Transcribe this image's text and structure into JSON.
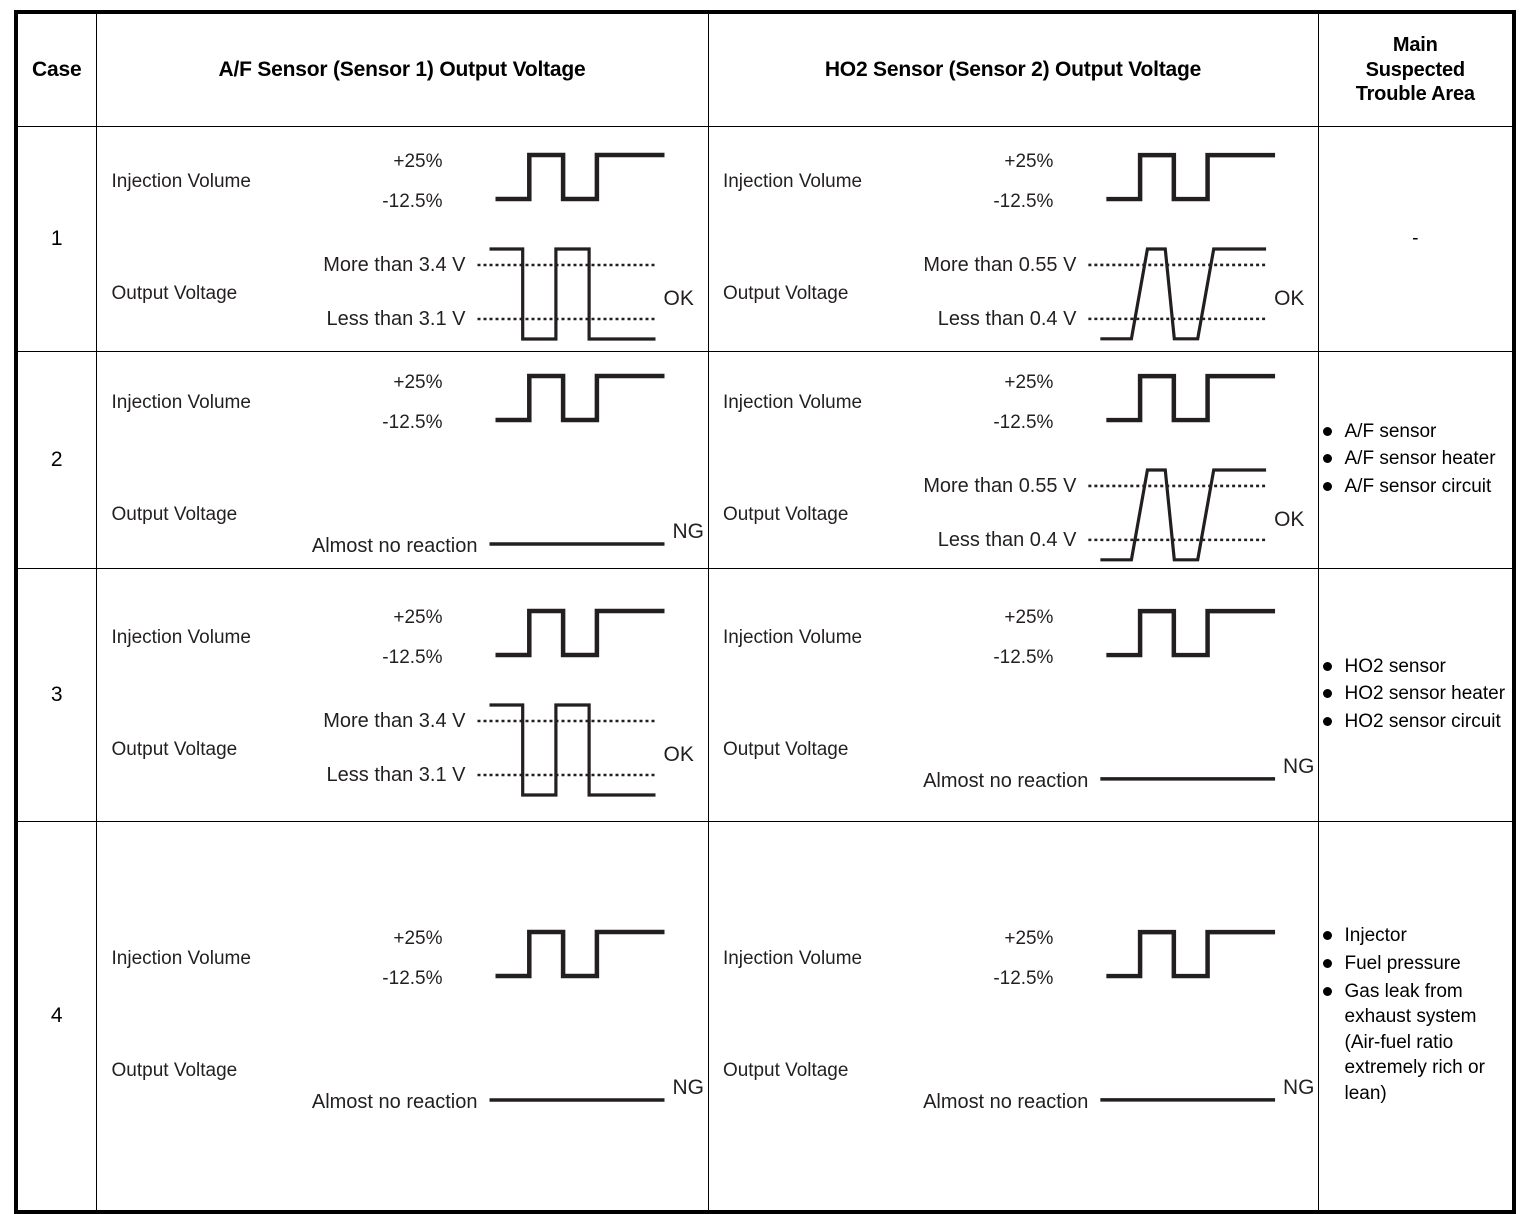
{
  "table": {
    "headers": {
      "case": "Case",
      "af_sensor": "A/F Sensor (Sensor 1) Output Voltage",
      "ho2_sensor": "HO2 Sensor (Sensor 2) Output Voltage",
      "trouble_area": "Main\nSuspected\nTrouble Area",
      "trouble_area_line1": "Main",
      "trouble_area_line2": "Suspected",
      "trouble_area_line3": "Trouble Area"
    },
    "labels": {
      "injection_volume": "Injection Volume",
      "output_voltage": "Output Voltage",
      "pct_high": "+25%",
      "pct_low": "-12.5%",
      "af_more_than": "More than 3.4 V",
      "af_less_than": "Less than 3.1 V",
      "ho2_more_than": "More than 0.55 V",
      "ho2_less_than": "Less than 0.4 V",
      "almost_no_reaction": "Almost no reaction",
      "ok": "OK",
      "ng": "NG"
    },
    "rows": [
      {
        "case": "1",
        "af": {
          "injection_label": "Injection Volume",
          "pct_high": "+25%",
          "pct_low": "-12.5%",
          "output_label": "Output Voltage",
          "threshold_high": "More than 3.4 V",
          "threshold_low": "Less than 3.1 V",
          "verdict": "OK",
          "waveform": "square-inverted",
          "no_reaction_text": ""
        },
        "ho2": {
          "injection_label": "Injection Volume",
          "pct_high": "+25%",
          "pct_low": "-12.5%",
          "output_label": "Output Voltage",
          "threshold_high": "More than 0.55 V",
          "threshold_low": "Less than 0.4 V",
          "verdict": "OK",
          "waveform": "trapezoid-inphase",
          "no_reaction_text": ""
        },
        "trouble_area": {
          "dash": "-",
          "items": []
        }
      },
      {
        "case": "2",
        "af": {
          "injection_label": "Injection Volume",
          "pct_high": "+25%",
          "pct_low": "-12.5%",
          "output_label": "Output Voltage",
          "threshold_high": "",
          "threshold_low": "",
          "verdict": "NG",
          "waveform": "flat",
          "no_reaction_text": "Almost no reaction"
        },
        "ho2": {
          "injection_label": "Injection Volume",
          "pct_high": "+25%",
          "pct_low": "-12.5%",
          "output_label": "Output Voltage",
          "threshold_high": "More than 0.55 V",
          "threshold_low": "Less than 0.4 V",
          "verdict": "OK",
          "waveform": "trapezoid-inphase",
          "no_reaction_text": ""
        },
        "trouble_area": {
          "dash": "",
          "items": [
            "A/F sensor",
            "A/F sensor heater",
            "A/F sensor circuit"
          ]
        }
      },
      {
        "case": "3",
        "af": {
          "injection_label": "Injection Volume",
          "pct_high": "+25%",
          "pct_low": "-12.5%",
          "output_label": "Output Voltage",
          "threshold_high": "More than 3.4 V",
          "threshold_low": "Less than 3.1 V",
          "verdict": "OK",
          "waveform": "square-inverted",
          "no_reaction_text": ""
        },
        "ho2": {
          "injection_label": "Injection Volume",
          "pct_high": "+25%",
          "pct_low": "-12.5%",
          "output_label": "Output Voltage",
          "threshold_high": "",
          "threshold_low": "",
          "verdict": "NG",
          "waveform": "flat",
          "no_reaction_text": "Almost no reaction"
        },
        "trouble_area": {
          "dash": "",
          "items": [
            "HO2 sensor",
            "HO2 sensor heater",
            "HO2 sensor circuit"
          ]
        }
      },
      {
        "case": "4",
        "af": {
          "injection_label": "Injection Volume",
          "pct_high": "+25%",
          "pct_low": "-12.5%",
          "output_label": "Output Voltage",
          "threshold_high": "",
          "threshold_low": "",
          "verdict": "NG",
          "waveform": "flat",
          "no_reaction_text": "Almost no reaction"
        },
        "ho2": {
          "injection_label": "Injection Volume",
          "pct_high": "+25%",
          "pct_low": "-12.5%",
          "output_label": "Output Voltage",
          "threshold_high": "",
          "threshold_low": "",
          "verdict": "NG",
          "waveform": "flat",
          "no_reaction_text": "Almost no reaction"
        },
        "trouble_area": {
          "dash": "",
          "items": [
            "Injector",
            "Fuel pressure",
            "Gas leak from exhaust system (Air-fuel ratio extremely rich or lean)"
          ]
        }
      }
    ]
  },
  "colors": {
    "ink": "#000000",
    "line": "#231f20",
    "background": "#ffffff"
  }
}
